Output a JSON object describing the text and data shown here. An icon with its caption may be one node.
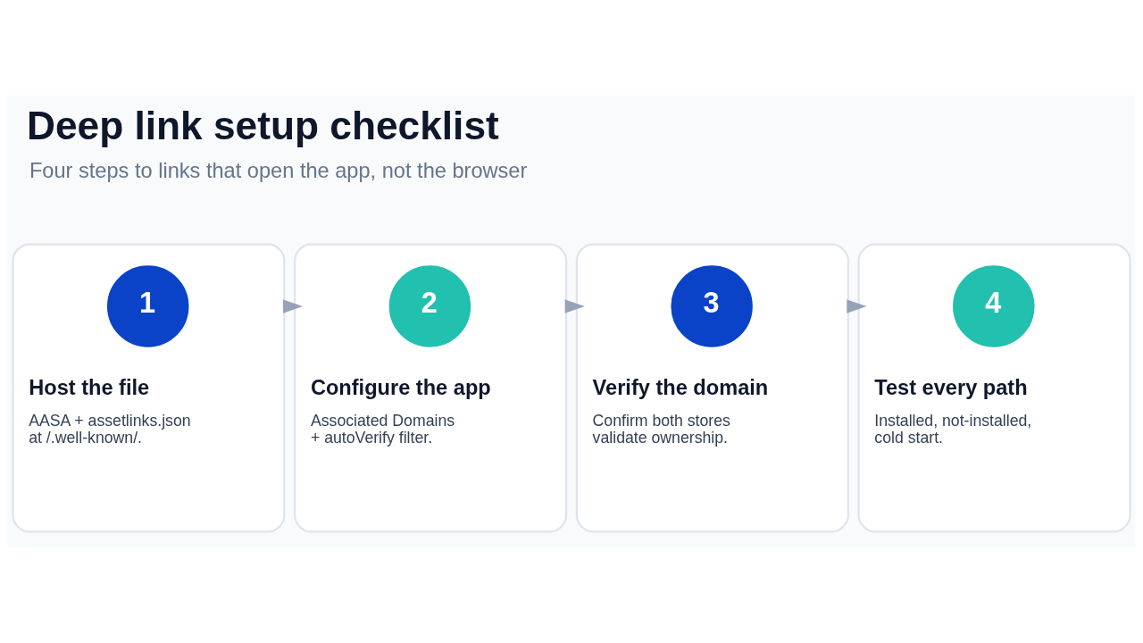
{
  "diagram": {
    "title": "Deep link setup checklist",
    "caption": "Four steps to links that open the app, not the browser",
    "nodes": [
      {
        "text": [
          "Host the file",
          "AASA + assetlinks.json at /.well-known/."
        ]
      },
      {
        "text": [
          "1"
        ],
        "in": 0
      },
      {
        "text": [
          "Configure the app",
          "Associated Domains + autoVerify filter."
        ]
      },
      {
        "text": [
          "2"
        ],
        "in": 2
      },
      {
        "text": [
          "Verify the domain",
          "Confirm both stores validate ownership."
        ]
      },
      {
        "text": [
          "3"
        ],
        "in": 4
      },
      {
        "text": [
          "Test every path",
          "Installed, not-installed, cold start."
        ]
      },
      {
        "text": [
          "4"
        ],
        "in": 6
      }
    ],
    "edges": [
      {
        "from": 0,
        "to": 2,
        "arrow": "to"
      },
      {
        "from": 2,
        "to": 4,
        "arrow": "to"
      },
      {
        "from": 4,
        "to": 6,
        "arrow": "to"
      }
    ]
  }
}
